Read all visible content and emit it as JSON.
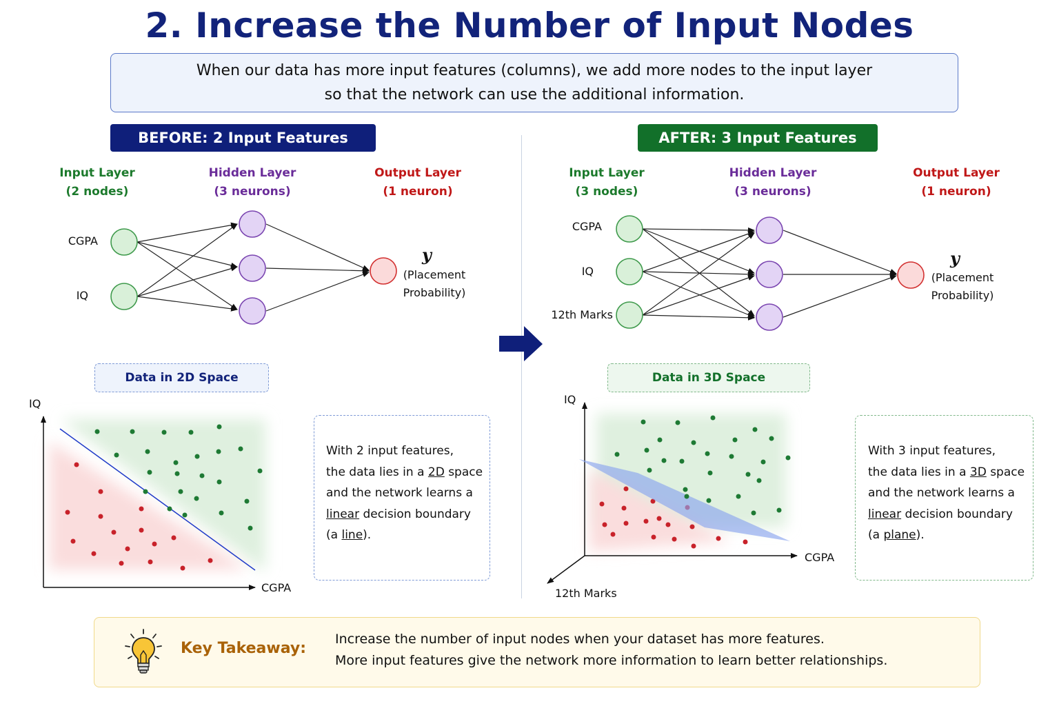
{
  "title": "2. Increase the Number of Input Nodes",
  "intro": {
    "line1": "When our data has more input features (columns), we add more nodes to the input layer",
    "line2": "so that the network can use the additional information."
  },
  "before": {
    "banner": "BEFORE: 2 Input Features",
    "input_layer": {
      "title": "Input Layer",
      "sub": "(2 nodes)"
    },
    "hidden_layer": {
      "title": "Hidden Layer",
      "sub": "(3 neurons)"
    },
    "output_layer": {
      "title": "Output Layer",
      "sub": "(1 neuron)"
    },
    "features": [
      "CGPA",
      "IQ"
    ],
    "output_symbol": "y",
    "output_desc_1": "(Placement",
    "output_desc_2": "Probability)",
    "space_label": "Data in 2D Space",
    "axis_y": "IQ",
    "axis_x": "CGPA",
    "note": {
      "l1": "With 2 input features,",
      "l2a": "the data lies in a ",
      "l2u": "2D",
      "l2b": " space",
      "l3": "and the network learns a",
      "l4u": "linear",
      "l4b": " decision boundary",
      "l5a": "(a ",
      "l5u": "line",
      "l5b": ")."
    }
  },
  "after": {
    "banner": "AFTER: 3 Input Features",
    "input_layer": {
      "title": "Input Layer",
      "sub": "(3 nodes)"
    },
    "hidden_layer": {
      "title": "Hidden Layer",
      "sub": "(3 neurons)"
    },
    "output_layer": {
      "title": "Output Layer",
      "sub": "(1 neuron)"
    },
    "features": [
      "CGPA",
      "IQ",
      "12th Marks"
    ],
    "output_symbol": "y",
    "output_desc_1": "(Placement",
    "output_desc_2": "Probability)",
    "space_label": "Data in 3D Space",
    "axis_y": "IQ",
    "axis_x": "CGPA",
    "axis_z": "12th Marks",
    "note": {
      "l1": "With 3 input features,",
      "l2a": "the data lies in a ",
      "l2u": "3D",
      "l2b": " space",
      "l3": "and the network learns a",
      "l4u": "linear",
      "l4b": " decision boundary",
      "l5a": "(a ",
      "l5u": "plane",
      "l5b": ")."
    }
  },
  "takeaway": {
    "title": "Key Takeaway:",
    "line1": "Increase the number of input nodes when your dataset has more features.",
    "line2": "More input features give the network more information to learn better relationships."
  },
  "icons": [
    "lightbulb-icon",
    "right-arrow-icon"
  ],
  "colors": {
    "title": "#12237a",
    "before_banner": "#0f1f7a",
    "after_banner": "#12702a",
    "input_node": "#d9f0d9",
    "hidden_node": "#e3d4f5",
    "output_node": "#fbdada",
    "positive_point": "#1e7a34",
    "negative_point": "#c8222a",
    "boundary_line": "#1f3ac8",
    "takeaway_title": "#a96208"
  }
}
